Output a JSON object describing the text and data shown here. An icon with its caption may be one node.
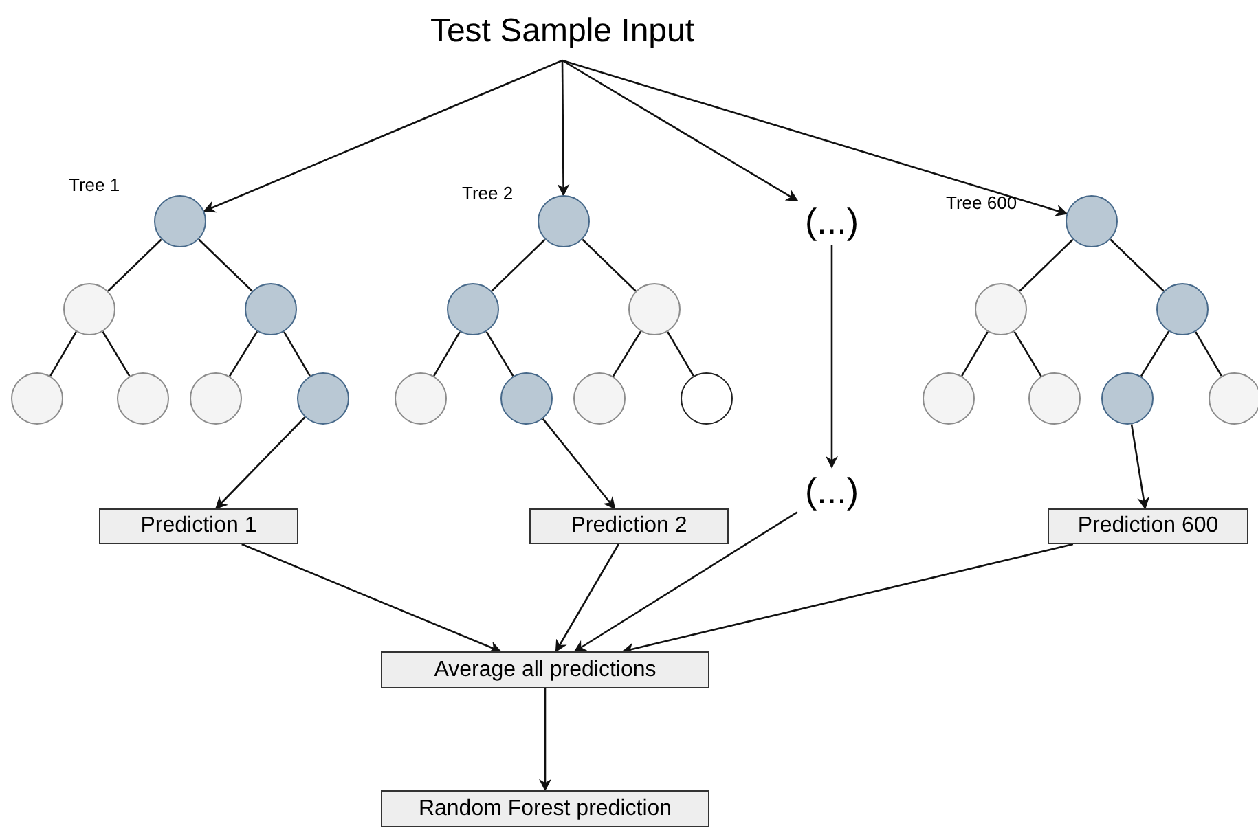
{
  "diagram": {
    "nodes": [
      {
        "text": [
          "Test Sample Input"
        ]
      },
      {
        "text": [],
        "shape": "circle",
        "beside": [
          "Tree 1"
        ]
      },
      {
        "text": [],
        "shape": "circle"
      },
      {
        "text": [],
        "shape": "circle"
      },
      {
        "text": [],
        "shape": "circle"
      },
      {
        "text": [],
        "shape": "circle"
      },
      {
        "text": [],
        "shape": "circle"
      },
      {
        "text": [],
        "shape": "circle"
      },
      {
        "text": [],
        "shape": "circle",
        "beside": [
          "Tree 2"
        ]
      },
      {
        "text": [],
        "shape": "circle"
      },
      {
        "text": [],
        "shape": "circle"
      },
      {
        "text": [],
        "shape": "circle"
      },
      {
        "text": [],
        "shape": "circle"
      },
      {
        "text": [],
        "shape": "circle"
      },
      {
        "text": [],
        "shape": "circle"
      },
      {
        "text": [
          "(...)"
        ]
      },
      {
        "text": [],
        "shape": "circle",
        "beside": [
          "Tree 600"
        ]
      },
      {
        "text": [],
        "shape": "circle"
      },
      {
        "text": [],
        "shape": "circle"
      },
      {
        "text": [],
        "shape": "circle"
      },
      {
        "text": [],
        "shape": "circle"
      },
      {
        "text": [],
        "shape": "circle"
      },
      {
        "text": [],
        "shape": "circle"
      },
      {
        "text": [
          "Prediction 1"
        ]
      },
      {
        "text": [
          "Prediction 2"
        ]
      },
      {
        "text": [
          "(...)"
        ]
      },
      {
        "text": [
          "Prediction 600"
        ]
      },
      {
        "text": [
          "Average all predictions"
        ]
      },
      {
        "text": [
          "Random Forest prediction"
        ]
      }
    ],
    "edges": [
      {
        "from": 0,
        "to": 1,
        "arrow": "to"
      },
      {
        "from": 0,
        "to": 8,
        "arrow": "to"
      },
      {
        "from": 0,
        "to": 15,
        "arrow": "to"
      },
      {
        "from": 0,
        "to": 16,
        "arrow": "to"
      },
      {
        "from": 1,
        "to": 2,
        "arrow": "none"
      },
      {
        "from": 1,
        "to": 3,
        "arrow": "none"
      },
      {
        "from": 2,
        "to": 4,
        "arrow": "none"
      },
      {
        "from": 2,
        "to": 5,
        "arrow": "none"
      },
      {
        "from": 3,
        "to": 6,
        "arrow": "none"
      },
      {
        "from": 3,
        "to": 7,
        "arrow": "none"
      },
      {
        "from": 8,
        "to": 9,
        "arrow": "none"
      },
      {
        "from": 8,
        "to": 10,
        "arrow": "none"
      },
      {
        "from": 9,
        "to": 11,
        "arrow": "none"
      },
      {
        "from": 9,
        "to": 12,
        "arrow": "none"
      },
      {
        "from": 10,
        "to": 13,
        "arrow": "none"
      },
      {
        "from": 10,
        "to": 14,
        "arrow": "none"
      },
      {
        "from": 16,
        "to": 17,
        "arrow": "none"
      },
      {
        "from": 16,
        "to": 18,
        "arrow": "none"
      },
      {
        "from": 17,
        "to": 19,
        "arrow": "none"
      },
      {
        "from": 17,
        "to": 20,
        "arrow": "none"
      },
      {
        "from": 18,
        "to": 21,
        "arrow": "none"
      },
      {
        "from": 18,
        "to": 22,
        "arrow": "none"
      },
      {
        "from": 7,
        "to": 23,
        "arrow": "to"
      },
      {
        "from": 12,
        "to": 24,
        "arrow": "to"
      },
      {
        "from": 15,
        "to": 25,
        "arrow": "to"
      },
      {
        "from": 21,
        "to": 26,
        "arrow": "to"
      },
      {
        "from": 23,
        "to": 27,
        "arrow": "to"
      },
      {
        "from": 24,
        "to": 27,
        "arrow": "to"
      },
      {
        "from": 25,
        "to": 27,
        "arrow": "to"
      },
      {
        "from": 26,
        "to": 27,
        "arrow": "to"
      },
      {
        "from": 27,
        "to": 28,
        "arrow": "to"
      }
    ]
  }
}
